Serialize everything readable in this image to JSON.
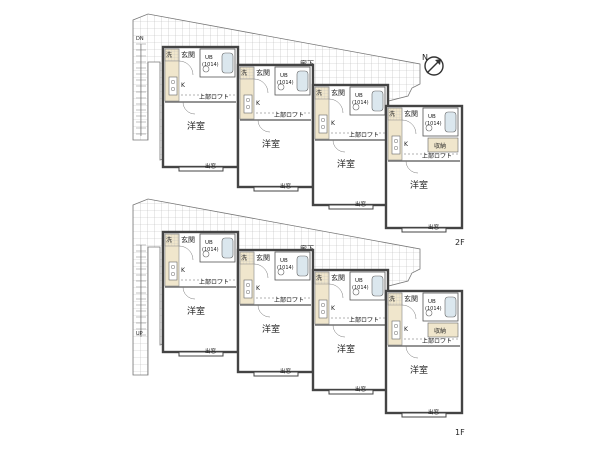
{
  "floors": [
    {
      "label": "2F",
      "corridor_label": "廊下",
      "stair_label": "DN",
      "units": [
        {
          "room": "洋室",
          "window": "出窓",
          "bath": "UB",
          "bath_size": "(1014)",
          "kitchen": "K",
          "laundry": "洗",
          "entrance": "玄関",
          "loft": "上部ロフト",
          "storage": ""
        },
        {
          "room": "洋室",
          "window": "出窓",
          "bath": "UB",
          "bath_size": "(1014)",
          "kitchen": "K",
          "laundry": "洗",
          "entrance": "玄関",
          "loft": "上部ロフト",
          "storage": ""
        },
        {
          "room": "洋室",
          "window": "出窓",
          "bath": "UB",
          "bath_size": "(1014)",
          "kitchen": "K",
          "laundry": "洗",
          "entrance": "玄関",
          "loft": "上部ロフト",
          "storage": ""
        },
        {
          "room": "洋室",
          "window": "出窓",
          "bath": "UB",
          "bath_size": "(1014)",
          "kitchen": "K",
          "laundry": "洗",
          "entrance": "玄関",
          "loft": "上部ロフト",
          "storage": "収納"
        }
      ]
    },
    {
      "label": "1F",
      "corridor_label": "廊下",
      "stair_label": "UP",
      "units": [
        {
          "room": "洋室",
          "window": "出窓",
          "bath": "UB",
          "bath_size": "(1014)",
          "kitchen": "K",
          "laundry": "洗",
          "entrance": "玄関",
          "loft": "上部ロフト",
          "storage": ""
        },
        {
          "room": "洋室",
          "window": "出窓",
          "bath": "UB",
          "bath_size": "(1014)",
          "kitchen": "K",
          "laundry": "洗",
          "entrance": "玄関",
          "loft": "上部ロフト",
          "storage": ""
        },
        {
          "room": "洋室",
          "window": "出窓",
          "bath": "UB",
          "bath_size": "(1014)",
          "kitchen": "K",
          "laundry": "洗",
          "entrance": "玄関",
          "loft": "上部ロフト",
          "storage": ""
        },
        {
          "room": "洋室",
          "window": "出窓",
          "bath": "UB",
          "bath_size": "(1014)",
          "kitchen": "K",
          "laundry": "洗",
          "entrance": "玄関",
          "loft": "上部ロフト",
          "storage": "収納"
        }
      ]
    }
  ],
  "compass": {
    "label": "N",
    "icon": "north-arrow-icon"
  },
  "colors": {
    "wall": "#444444",
    "wet_area": "#f0e6cc",
    "bath_fill": "#dbe7ee",
    "grid": "#b9b9b9",
    "loft_line": "#666666"
  }
}
